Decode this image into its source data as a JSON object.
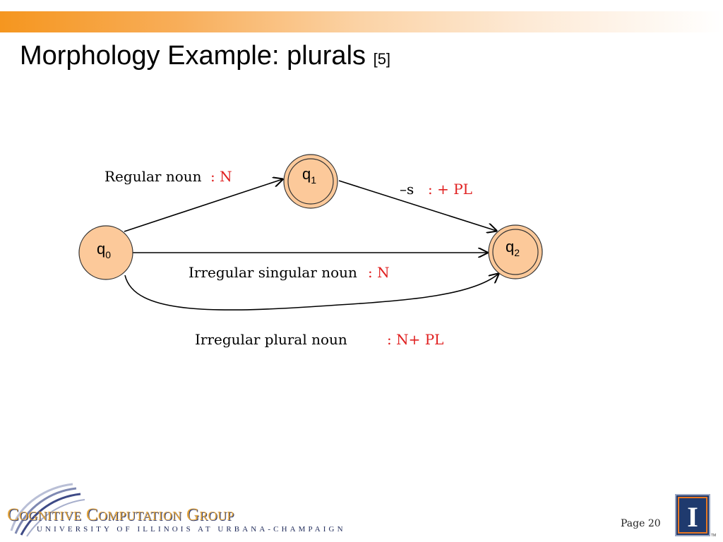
{
  "header": {
    "title": "Morphology Example: plurals",
    "ref": "[5]"
  },
  "diagram": {
    "states": [
      {
        "id": "q0",
        "base": "q",
        "sub": "0",
        "accepting": false
      },
      {
        "id": "q1",
        "base": "q",
        "sub": "1",
        "accepting": true
      },
      {
        "id": "q2",
        "base": "q",
        "sub": "2",
        "accepting": true
      }
    ],
    "edges": [
      {
        "from": "q0",
        "to": "q1",
        "input": "Regular noun",
        "output": ": N"
      },
      {
        "from": "q1",
        "to": "q2",
        "input": "–s",
        "output": ": + PL"
      },
      {
        "from": "q0",
        "to": "q2",
        "input": "Irregular singular noun",
        "output": ": N"
      },
      {
        "from": "q0",
        "to": "q2",
        "input": "Irregular plural noun",
        "output": ": N+ PL"
      }
    ],
    "colors": {
      "state_fill": "#fcc99a",
      "state_stroke": "#333333",
      "output_text": "#e02020",
      "input_text": "#000000"
    }
  },
  "footer": {
    "logo_text": "Cognitive Computation Group",
    "logo_subtext": "UNIVERSITY OF ILLINOIS AT URBANA-CHAMPAIGN",
    "page_label": "Page 20",
    "university_mark": "I"
  }
}
